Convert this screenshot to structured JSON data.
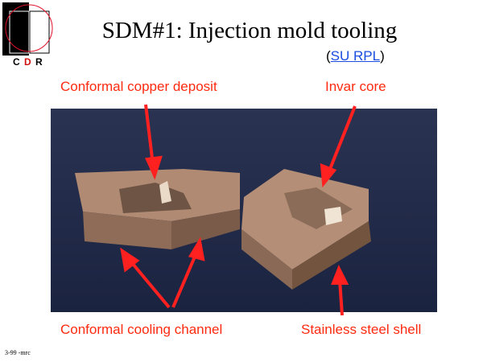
{
  "logo": {
    "text": "CDR",
    "letters": [
      "C",
      "D",
      "R"
    ]
  },
  "title": "SDM#1: Injection mold tooling",
  "subtitle": {
    "open": "(",
    "link": "SU RPL",
    "close": ")"
  },
  "labels": {
    "copper": "Conformal copper deposit",
    "invar": "Invar core",
    "cooling": "Conformal cooling channel",
    "shell": "Stainless steel shell"
  },
  "footer": "3-99 -mrc",
  "colors": {
    "label": "#ff2a10",
    "link": "#1a4de0",
    "photo_bg": "#1d2a4a"
  }
}
